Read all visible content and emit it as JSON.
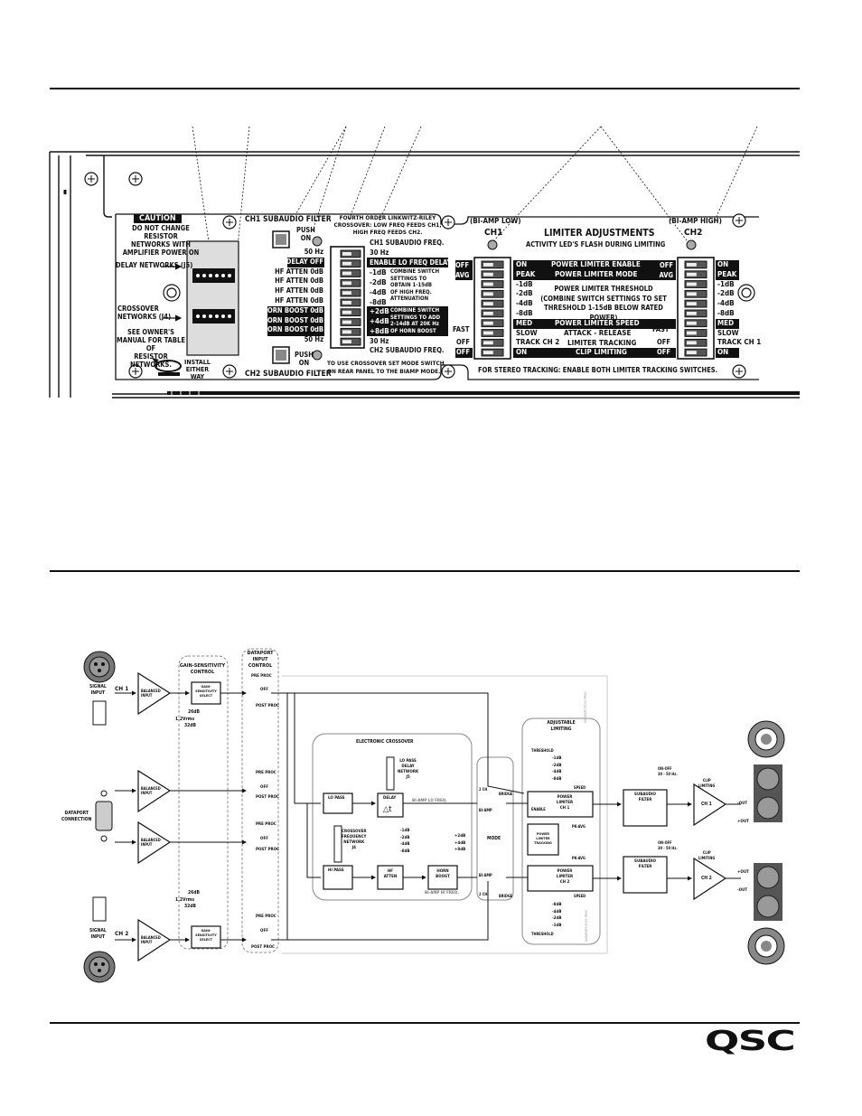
{
  "panel": {
    "caution": "CAUTION",
    "caution_note": [
      "DO NOT CHANGE RESISTOR",
      "NETWORKS WITH",
      "AMPLIFIER POWER ON"
    ],
    "delay_networks": "DELAY NETWORKS (J5)",
    "crossover_networks": [
      "CROSSOVER",
      "NETWORKS (J4)"
    ],
    "see_manual": [
      "SEE OWNER'S",
      "MANUAL FOR TABLE OF",
      "RESISTOR NETWORKS."
    ],
    "install_either_way": [
      "INSTALL",
      "EITHER",
      "WAY"
    ],
    "ch1_subaudio_filter": "CH1 SUBAUDIO FILTER",
    "ch2_subaudio_filter": "CH2 SUBAUDIO FILTER",
    "push_on": [
      "PUSH",
      "ON"
    ],
    "fourth_order": [
      "FOURTH ORDER LINKWITZ-RILEY",
      "CROSSOVER: LOW FREQ FEEDS CH1,",
      "HIGH FREQ FEEDS CH2."
    ],
    "switch_left_labels": [
      "50 Hz",
      "DELAY OFF",
      "HF ATTEN 0dB",
      "HF ATTEN 0dB",
      "HF ATTEN 0dB",
      "HF ATTEN 0dB",
      "HORN BOOST 0dB",
      "HORN BOOST 0dB",
      "HORN BOOST 0dB",
      "50 Hz"
    ],
    "ch1_subaudio_freq": "CH1 SUBAUDIO FREQ.",
    "hz30": "30 Hz",
    "enable_lo_freq_delay": "ENABLE LO FREQ DELAY",
    "atten_values": [
      "-1dB",
      "-2dB",
      "-4dB",
      "-8dB"
    ],
    "atten_note": [
      "COMBINE SWITCH",
      "SETTINGS TO",
      "OBTAIN 1-15dB",
      "OF HIGH FREQ.",
      "ATTENUATION"
    ],
    "boost_values": [
      "+2dB",
      "+4dB",
      "+8dB"
    ],
    "boost_note": [
      "COMBINE SWITCH",
      "SETTINGS TO ADD",
      "2-14dB AT 20K Hz",
      "OF HORN BOOST"
    ],
    "ch2_subaudio_freq": "CH2 SUBAUDIO FREQ.",
    "crossover_mode_note": [
      "TO USE CROSSOVER SET MODE SWITCH",
      "ON REAR PANEL TO THE BIAMP MODE."
    ],
    "biamp_low": "(BI-AMP LOW)",
    "biamp_high": "(BI-AMP HIGH)",
    "ch1": "CH1",
    "ch2": "CH2",
    "limiter_adjustments": "LIMITER ADJUSTMENTS",
    "activity_leds": "ACTIVITY LED'S FLASH DURING LIMITING",
    "lim_left_off": "OFF",
    "lim_left_avg": "AVG",
    "lim_left_fast": "FAST",
    "lim_mid": [
      "ON",
      "PEAK",
      "-1dB",
      "-2dB",
      "-4dB",
      "-8dB",
      "MED",
      "SLOW",
      "TRACK CH 2",
      "ON"
    ],
    "lim_right": [
      "ON",
      "PEAK",
      "-1dB",
      "-2dB",
      "-4dB",
      "-8dB",
      "MED",
      "SLOW",
      "TRACK CH 1",
      "ON"
    ],
    "lim_right_off": [
      "OFF",
      "AVG",
      "OFF",
      "OFF"
    ],
    "power_limiter_enable": "POWER LIMITER ENABLE",
    "power_limiter_mode": "POWER LIMITER MODE",
    "threshold": [
      "POWER LIMITER THRESHOLD",
      "(COMBINE SWITCH SETTINGS TO SET",
      "THRESHOLD 1-15dB BELOW RATED POWER)"
    ],
    "power_limiter_speed": "POWER LIMITER SPEED",
    "attack_release": "ATTACK - RELEASE",
    "limiter_tracking": "LIMITER TRACKING",
    "clip_limiting": "CLIP LIMITING",
    "stereo_tracking": "FOR STEREO TRACKING: ENABLE BOTH LIMITER TRACKING SWITCHES."
  },
  "diagram": {
    "gain_sensitivity_control": [
      "GAIN-SENSITIVITY",
      "CONTROL"
    ],
    "dataport_input_control": [
      "DATAPORT",
      "INPUT",
      "CONTROL"
    ],
    "pre_proc": "PRE PROC",
    "post_proc": "POST PROC",
    "off": "OFF",
    "signal_input": [
      "SIGNAL",
      "INPUT"
    ],
    "ch1": "CH 1",
    "ch2": "CH 2",
    "balanced_input": [
      "BALANCED",
      "INPUT"
    ],
    "gain_sensitivity_select": [
      "GAIN-",
      "SENSITIVITY",
      "SELECT"
    ],
    "db26": "26dB",
    "vrms": "1.2Vrms",
    "db32": "32dB",
    "dataport_connection": [
      "DATAPORT",
      "CONNECTION"
    ],
    "electronic_crossover": "ELECTRONIC CROSSOVER",
    "lo_pass": "LO PASS",
    "hi_pass": "HI PASS",
    "delay": "DELAY",
    "delta_t": "△t",
    "lo_pass_delay_network": [
      "LO PASS",
      "DELAY",
      "NETWORK",
      "J5"
    ],
    "crossover_freq_network": [
      "CROSSOVER",
      "FREQUENCY",
      "NETWORK",
      "J4"
    ],
    "hf_atten": [
      "HF",
      "ATTEN"
    ],
    "horn_boost": [
      "HORN",
      "BOOST"
    ],
    "atten_steps": [
      "-1dB",
      "-2dB",
      "-4dB",
      "-8dB"
    ],
    "boost_steps": [
      "+2dB",
      "+4dB",
      "+8dB"
    ],
    "biamp_lo_freq": "BI-AMP LO FREQ.",
    "biamp_hi_freq": "BI-AMP HI FREQ.",
    "mode": "MODE",
    "two_ch": "2 CH",
    "bridge": "BRIDGE",
    "biamp": "BI-AMP",
    "adjustable_limiting": [
      "ADJUSTABLE",
      "LIMITING"
    ],
    "threshold": "THRESHOLD",
    "speed": "SPEED",
    "enable": "ENABLE",
    "pk_avg": "PK-AVG",
    "power_limiter_ch1": [
      "POWER",
      "LIMITER",
      "CH 1"
    ],
    "power_limiter_ch2": [
      "POWER",
      "LIMITER",
      "CH 2"
    ],
    "power_limiter_tracking": [
      "POWER",
      "LIMITER",
      "TRACKING"
    ],
    "subaudio_filter": [
      "SUBAUDIO",
      "FILTER"
    ],
    "on_off": "ON-OFF",
    "hz_30_50": "30 - 50 Hz.",
    "clip_limiting": [
      "CLIP",
      "LIMITING"
    ],
    "plus_out": "+OUT",
    "minus_out": "-OUT",
    "dataport_post_proc": "DATAPORT POST PROC"
  },
  "logo": "QSC"
}
